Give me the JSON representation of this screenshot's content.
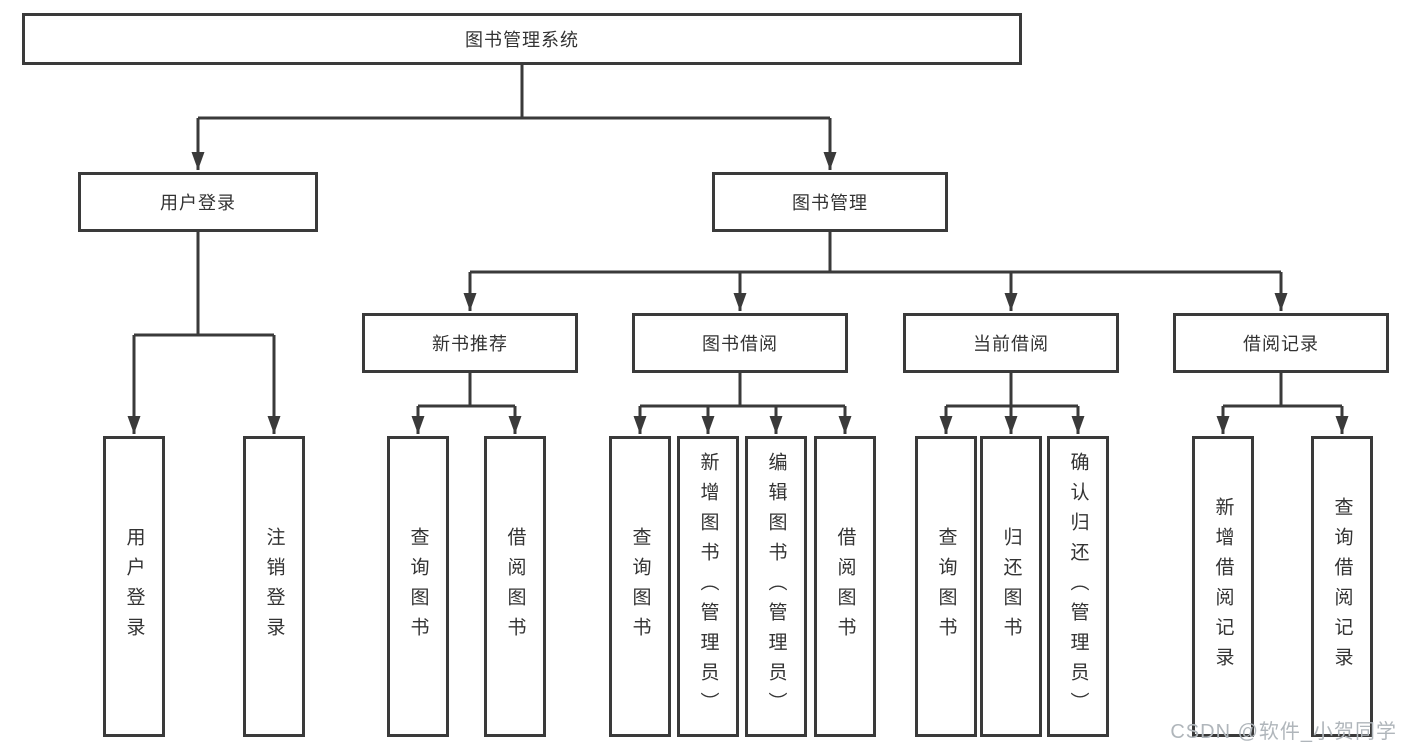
{
  "colors": {
    "line": "#3a3a3a",
    "text": "#333333",
    "background": "#ffffff",
    "watermark": "#b0b6bb"
  },
  "diagram": {
    "root": {
      "label": "图书管理系统",
      "children": [
        {
          "label": "用户登录",
          "children": [
            {
              "label": "用户登录"
            },
            {
              "label": "注销登录"
            }
          ]
        },
        {
          "label": "图书管理",
          "children": [
            {
              "label": "新书推荐",
              "children": [
                {
                  "label": "查询图书"
                },
                {
                  "label": "借阅图书"
                }
              ]
            },
            {
              "label": "图书借阅",
              "children": [
                {
                  "label": "查询图书"
                },
                {
                  "label": "新增图书（管理员）"
                },
                {
                  "label": "编辑图书（管理员）"
                },
                {
                  "label": "借阅图书"
                }
              ]
            },
            {
              "label": "当前借阅",
              "children": [
                {
                  "label": "查询图书"
                },
                {
                  "label": "归还图书"
                },
                {
                  "label": "确认归还（管理员）"
                }
              ]
            },
            {
              "label": "借阅记录",
              "children": [
                {
                  "label": "新增借阅记录"
                },
                {
                  "label": "查询借阅记录"
                }
              ]
            }
          ]
        }
      ]
    }
  },
  "watermark": {
    "text": "CSDN @软件_小贺同学"
  }
}
